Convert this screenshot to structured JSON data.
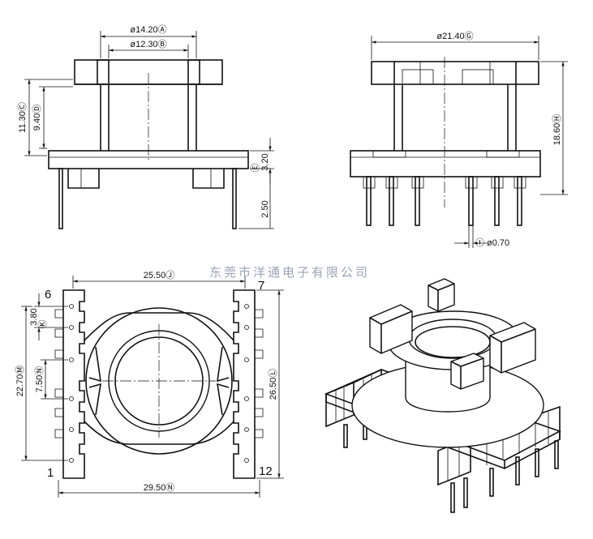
{
  "watermark": "东莞市洋通电子有限公司",
  "front_view": {
    "dims": {
      "outer_width": "ø14.20Ⓐ",
      "inner_width": "ø12.30Ⓑ",
      "total_height": "11.30Ⓒ",
      "window_height": "9.40Ⓓ",
      "flange": "3.20",
      "flange_tag": "Ⓔ",
      "pin_length": "2.50"
    }
  },
  "side_view": {
    "dims": {
      "width": "ø21.40Ⓖ",
      "height": "18.60Ⓗ",
      "pin_diameter": "ø0.70",
      "pin_tag": "Ⓘ"
    }
  },
  "bottom_view": {
    "dims": {
      "top_width": "25.50Ⓙ",
      "slot_depth": "3.80",
      "slot_tag": "Ⓚ",
      "pin_span": "22.70Ⓜ",
      "pitch": "7.50Ⓝ",
      "depth": "26.50Ⓛ",
      "bottom_width": "29.50Ⓝ"
    },
    "pin_labels": {
      "top_left": "6",
      "top_right": "7",
      "bottom_left": "1",
      "bottom_right": "12"
    }
  }
}
